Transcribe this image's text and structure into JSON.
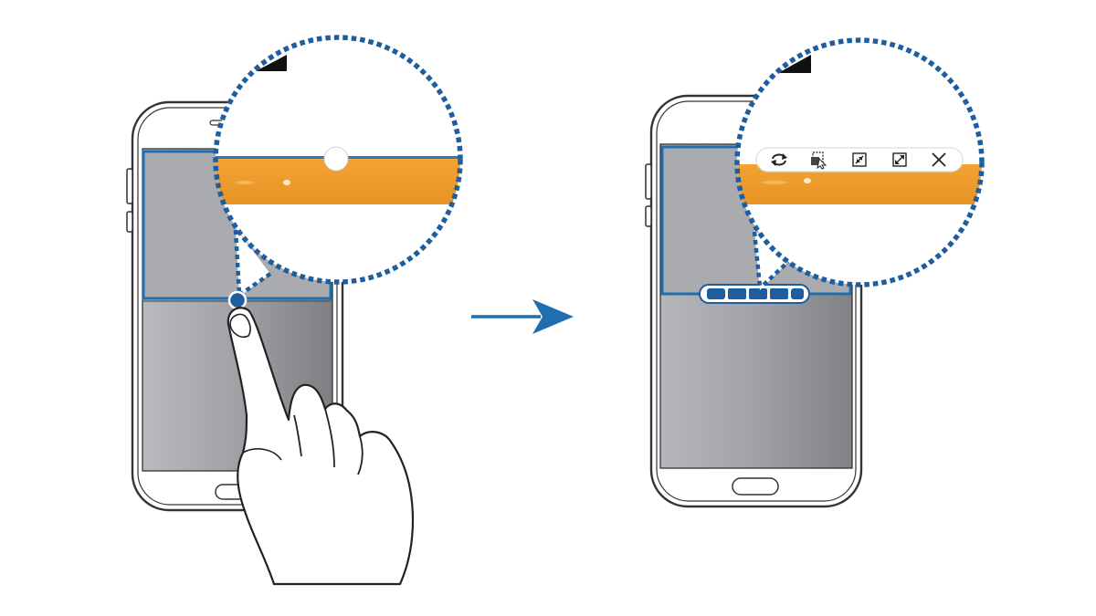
{
  "colors": {
    "background": "#ffffff",
    "phone_outline": "#333333",
    "window_border": "#1f6fb0",
    "handle_fill": "#1f5e9e",
    "accent_orange": "#ee9a2a",
    "arrow": "#1f6fb0",
    "screen_top": "#a8aaad",
    "screen_bottom": "#9a9ca0",
    "dotted_ring": "#1f5e9e"
  },
  "panels": [
    {
      "id": "before",
      "state": "single-window-selected",
      "callout_content": "circle-handle-on-window-bar"
    },
    {
      "id": "after",
      "state": "window-options-shown",
      "callout_content": "window-options-toolbar"
    }
  ],
  "toolbar": {
    "icons": [
      "switch-windows-icon",
      "drag-and-drop-content-icon",
      "minimize-window-icon",
      "maximize-window-icon",
      "close-app-icon"
    ]
  },
  "gesture": {
    "type": "tap",
    "target": "window-divider-handle"
  }
}
